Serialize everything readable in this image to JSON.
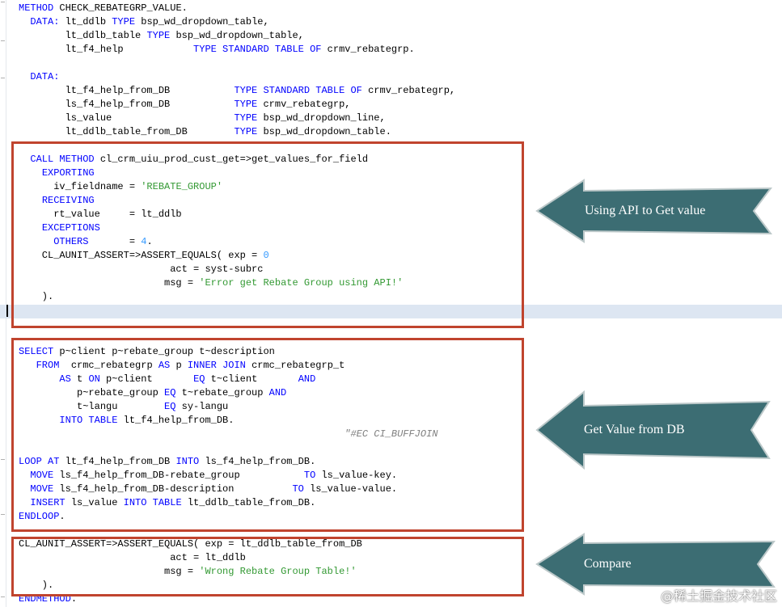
{
  "code": [
    [
      [
        "kw",
        "METHOD"
      ],
      [
        "plain",
        " CHECK_REBATEGRP_VALUE."
      ]
    ],
    [
      [
        "plain",
        "  "
      ],
      [
        "kw",
        "DATA:"
      ],
      [
        "plain",
        " lt_ddlb "
      ],
      [
        "kw",
        "TYPE"
      ],
      [
        "plain",
        " bsp_wd_dropdown_table,"
      ]
    ],
    [
      [
        "plain",
        "        lt_ddlb_table "
      ],
      [
        "kw",
        "TYPE"
      ],
      [
        "plain",
        " bsp_wd_dropdown_table,"
      ]
    ],
    [
      [
        "plain",
        "        lt_f4_help            "
      ],
      [
        "kw",
        "TYPE STANDARD TABLE OF"
      ],
      [
        "plain",
        " crmv_rebategrp."
      ]
    ],
    [
      [
        "plain",
        ""
      ]
    ],
    [
      [
        "plain",
        "  "
      ],
      [
        "kw",
        "DATA:"
      ]
    ],
    [
      [
        "plain",
        "        lt_f4_help_from_DB           "
      ],
      [
        "kw",
        "TYPE STANDARD TABLE OF"
      ],
      [
        "plain",
        " crmv_rebategrp,"
      ]
    ],
    [
      [
        "plain",
        "        ls_f4_help_from_DB           "
      ],
      [
        "kw",
        "TYPE"
      ],
      [
        "plain",
        " crmv_rebategrp,"
      ]
    ],
    [
      [
        "plain",
        "        ls_value                     "
      ],
      [
        "kw",
        "TYPE"
      ],
      [
        "plain",
        " bsp_wd_dropdown_line,"
      ]
    ],
    [
      [
        "plain",
        "        lt_ddlb_table_from_DB        "
      ],
      [
        "kw",
        "TYPE"
      ],
      [
        "plain",
        " bsp_wd_dropdown_table."
      ]
    ],
    [
      [
        "plain",
        ""
      ]
    ],
    [
      [
        "plain",
        "  "
      ],
      [
        "kw",
        "CALL METHOD"
      ],
      [
        "plain",
        " cl_crm_uiu_prod_cust_get=>get_values_for_field"
      ]
    ],
    [
      [
        "plain",
        "    "
      ],
      [
        "kw",
        "EXPORTING"
      ]
    ],
    [
      [
        "plain",
        "      iv_fieldname = "
      ],
      [
        "str",
        "'REBATE_GROUP'"
      ]
    ],
    [
      [
        "plain",
        "    "
      ],
      [
        "kw",
        "RECEIVING"
      ]
    ],
    [
      [
        "plain",
        "      rt_value     = lt_ddlb"
      ]
    ],
    [
      [
        "plain",
        "    "
      ],
      [
        "kw",
        "EXCEPTIONS"
      ]
    ],
    [
      [
        "plain",
        "      "
      ],
      [
        "kw",
        "OTHERS"
      ],
      [
        "plain",
        "       = "
      ],
      [
        "num",
        "4"
      ],
      [
        "plain",
        "."
      ]
    ],
    [
      [
        "plain",
        "    CL_AUNIT_ASSERT=>ASSERT_EQUALS( exp = "
      ],
      [
        "num",
        "0"
      ]
    ],
    [
      [
        "plain",
        "                          act = syst-subrc"
      ]
    ],
    [
      [
        "plain",
        "                         msg = "
      ],
      [
        "str",
        "'Error get Rebate Group using API!'"
      ]
    ],
    [
      [
        "plain",
        "    )."
      ]
    ],
    [
      [
        "plain",
        ""
      ]
    ],
    [
      [
        "plain",
        ""
      ]
    ],
    [
      [
        "plain",
        ""
      ]
    ],
    [
      [
        "kw",
        "SELECT"
      ],
      [
        "plain",
        " p~client p~rebate_group t~description"
      ]
    ],
    [
      [
        "plain",
        "   "
      ],
      [
        "kw",
        "FROM"
      ],
      [
        "plain",
        "  crmc_rebategrp "
      ],
      [
        "kw",
        "AS"
      ],
      [
        "plain",
        " p "
      ],
      [
        "kw",
        "INNER JOIN"
      ],
      [
        "plain",
        " crmc_rebategrp_t"
      ]
    ],
    [
      [
        "plain",
        "       "
      ],
      [
        "kw",
        "AS"
      ],
      [
        "plain",
        " t "
      ],
      [
        "kw",
        "ON"
      ],
      [
        "plain",
        " p~client       "
      ],
      [
        "kw",
        "EQ"
      ],
      [
        "plain",
        " t~client       "
      ],
      [
        "kw",
        "AND"
      ]
    ],
    [
      [
        "plain",
        "          p~rebate_group "
      ],
      [
        "kw",
        "EQ"
      ],
      [
        "plain",
        " t~rebate_group "
      ],
      [
        "kw",
        "AND"
      ]
    ],
    [
      [
        "plain",
        "          t~langu        "
      ],
      [
        "kw",
        "EQ"
      ],
      [
        "plain",
        " sy-langu"
      ]
    ],
    [
      [
        "plain",
        "       "
      ],
      [
        "kw",
        "INTO TABLE"
      ],
      [
        "plain",
        " lt_f4_help_from_DB."
      ]
    ],
    [
      [
        "plain",
        "                                                        "
      ],
      [
        "cmt",
        "\"#EC CI_BUFFJOIN"
      ]
    ],
    [
      [
        "plain",
        ""
      ]
    ],
    [
      [
        "kw",
        "LOOP AT"
      ],
      [
        "plain",
        " lt_f4_help_from_DB "
      ],
      [
        "kw",
        "INTO"
      ],
      [
        "plain",
        " ls_f4_help_from_DB."
      ]
    ],
    [
      [
        "plain",
        "  "
      ],
      [
        "kw",
        "MOVE"
      ],
      [
        "plain",
        " ls_f4_help_from_DB-rebate_group           "
      ],
      [
        "kw",
        "TO"
      ],
      [
        "plain",
        " ls_value-key."
      ]
    ],
    [
      [
        "plain",
        "  "
      ],
      [
        "kw",
        "MOVE"
      ],
      [
        "plain",
        " ls_f4_help_from_DB-description          "
      ],
      [
        "kw",
        "TO"
      ],
      [
        "plain",
        " ls_value-value."
      ]
    ],
    [
      [
        "plain",
        "  "
      ],
      [
        "kw",
        "INSERT"
      ],
      [
        "plain",
        " ls_value "
      ],
      [
        "kw",
        "INTO TABLE"
      ],
      [
        "plain",
        " lt_ddlb_table_from_DB."
      ]
    ],
    [
      [
        "kw",
        "ENDLOOP"
      ],
      [
        "plain",
        "."
      ]
    ],
    [
      [
        "plain",
        ""
      ]
    ],
    [
      [
        "plain",
        "CL_AUNIT_ASSERT=>ASSERT_EQUALS( exp = lt_ddlb_table_from_DB"
      ]
    ],
    [
      [
        "plain",
        "                          act = lt_ddlb"
      ]
    ],
    [
      [
        "plain",
        "                         msg = "
      ],
      [
        "str",
        "'Wrong Rebate Group Table!'"
      ]
    ],
    [
      [
        "plain",
        "    )."
      ]
    ],
    [
      [
        "kw",
        "ENDMETHOD"
      ],
      [
        "plain",
        "."
      ]
    ]
  ],
  "annotations": {
    "api_label": "Using API to Get value",
    "db_label": "Get Value from DB",
    "compare_label": "Compare"
  },
  "colors": {
    "box_border": "#c0442e",
    "arrow_fill": "#3c6d73",
    "keyword": "#0000ff",
    "string": "#339933",
    "number": "#3399ff"
  },
  "watermark": "@稀土掘金技术社区"
}
